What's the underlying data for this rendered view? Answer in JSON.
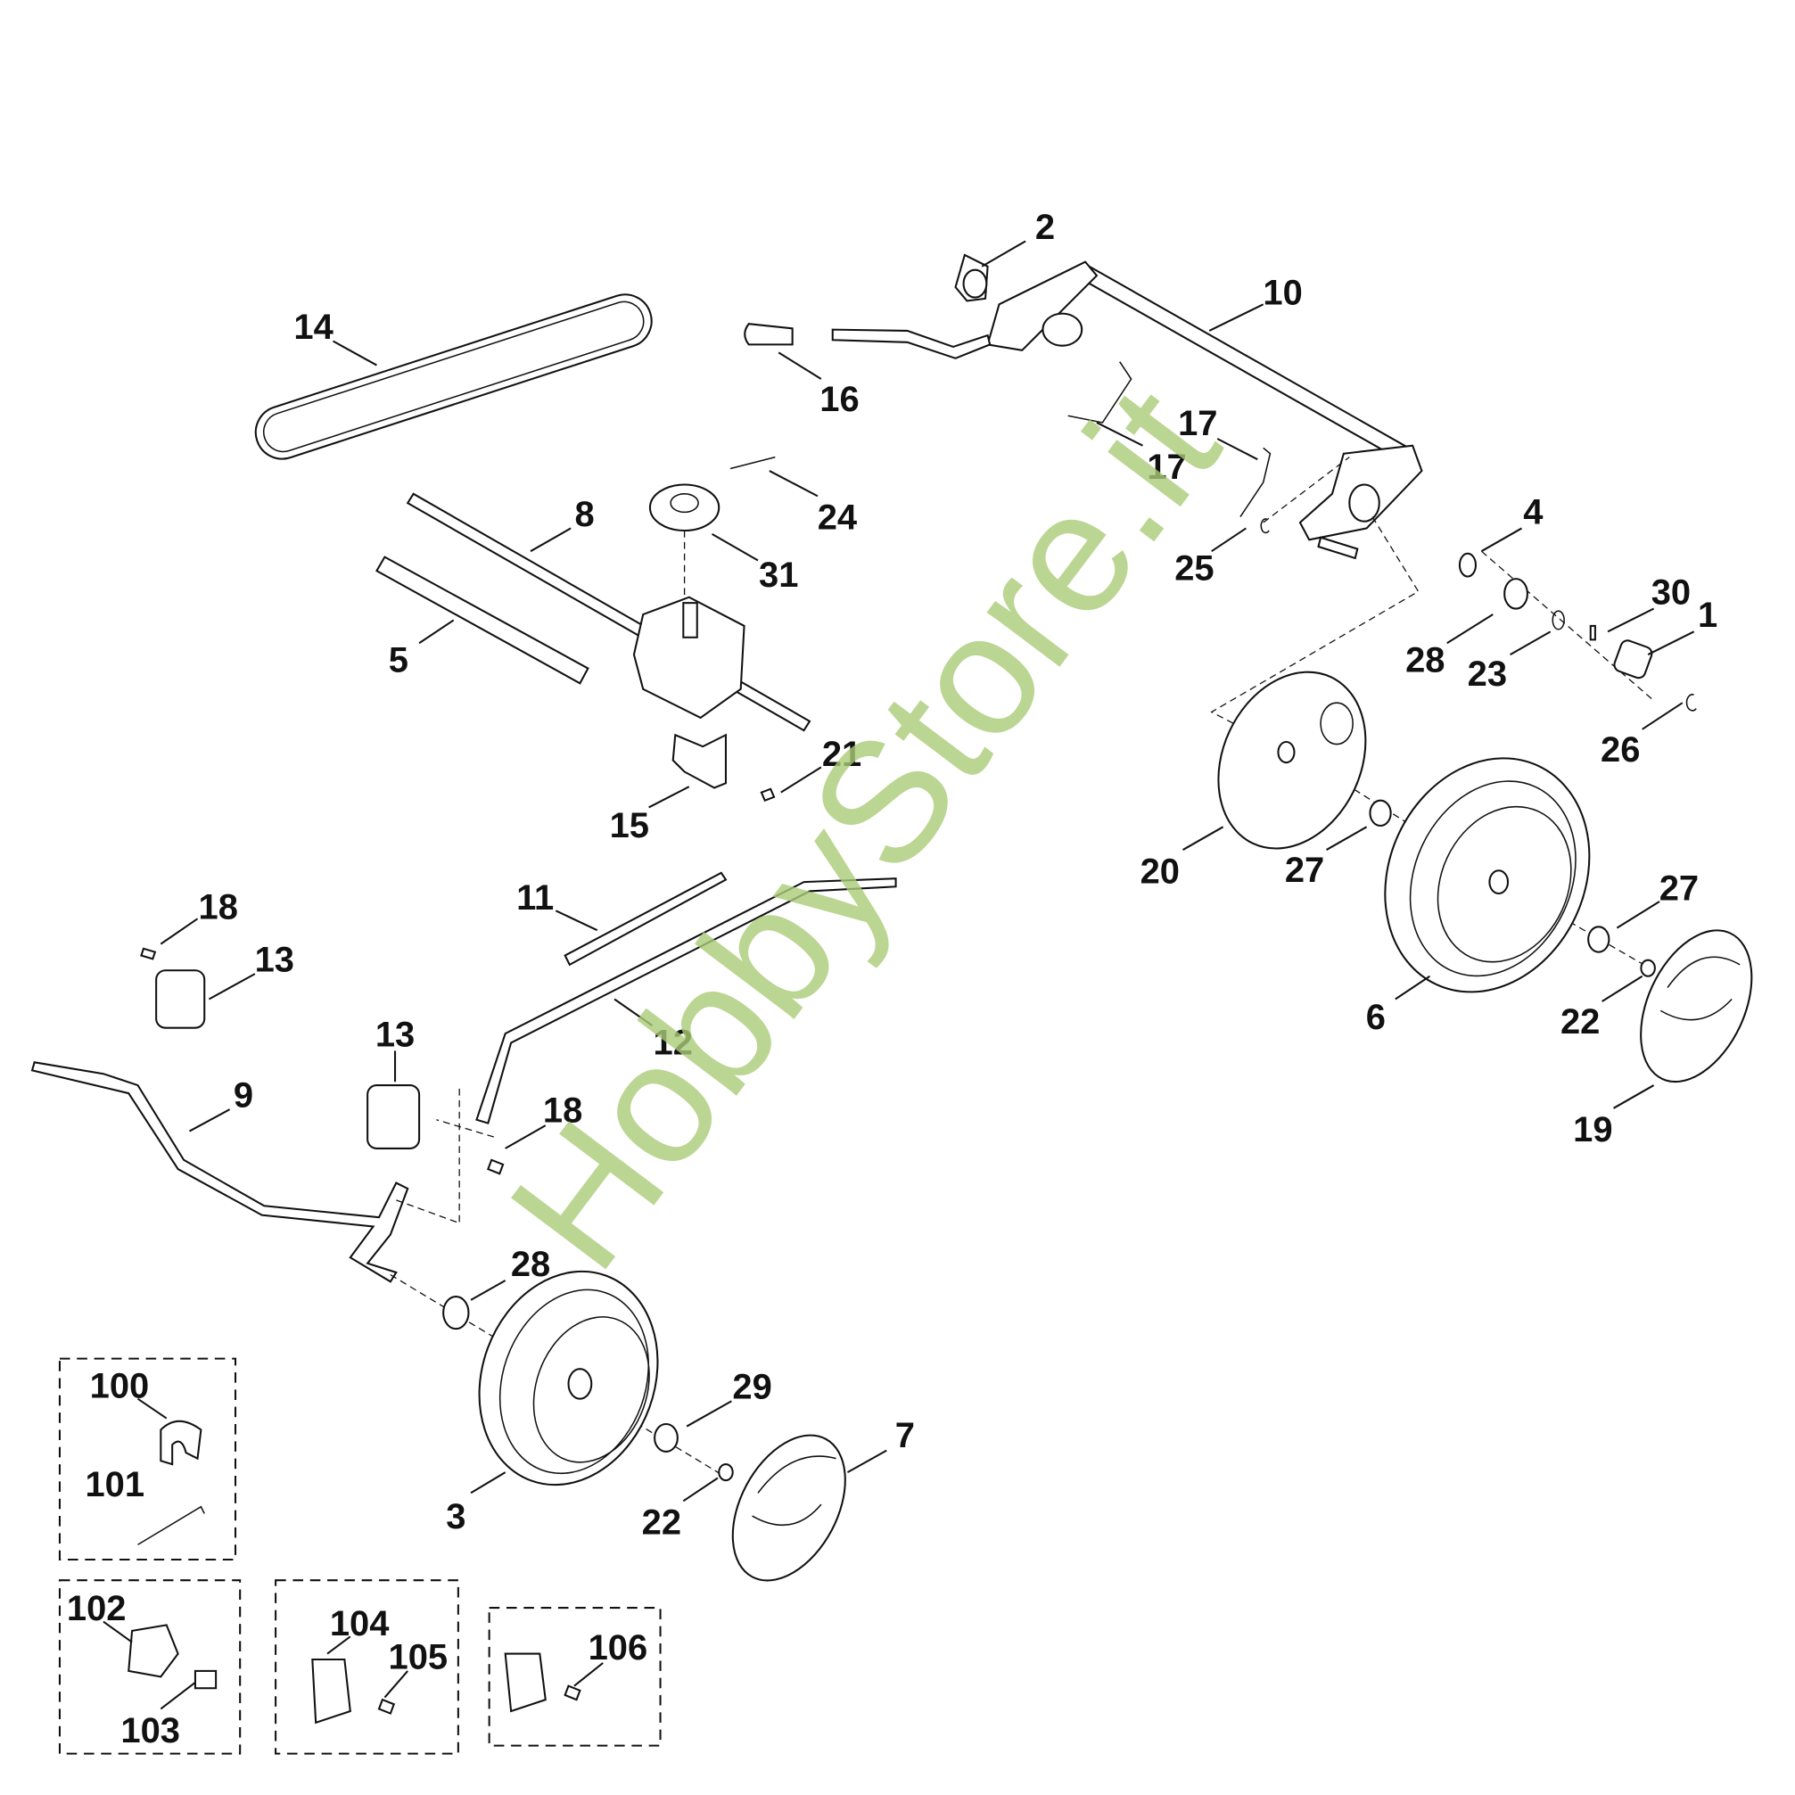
{
  "diagram": {
    "watermark": "HobbyStore.it",
    "labels": [
      "2",
      "10",
      "14",
      "16",
      "17",
      "17",
      "24",
      "8",
      "31",
      "25",
      "4",
      "30",
      "1",
      "28",
      "23",
      "5",
      "26",
      "21",
      "15",
      "20",
      "27",
      "11",
      "27",
      "18",
      "13",
      "6",
      "22",
      "12",
      "13",
      "9",
      "18",
      "19",
      "28",
      "29",
      "7",
      "3",
      "22"
    ],
    "kit_labels": [
      "100",
      "101",
      "102",
      "103",
      "104",
      "105",
      "106"
    ]
  }
}
